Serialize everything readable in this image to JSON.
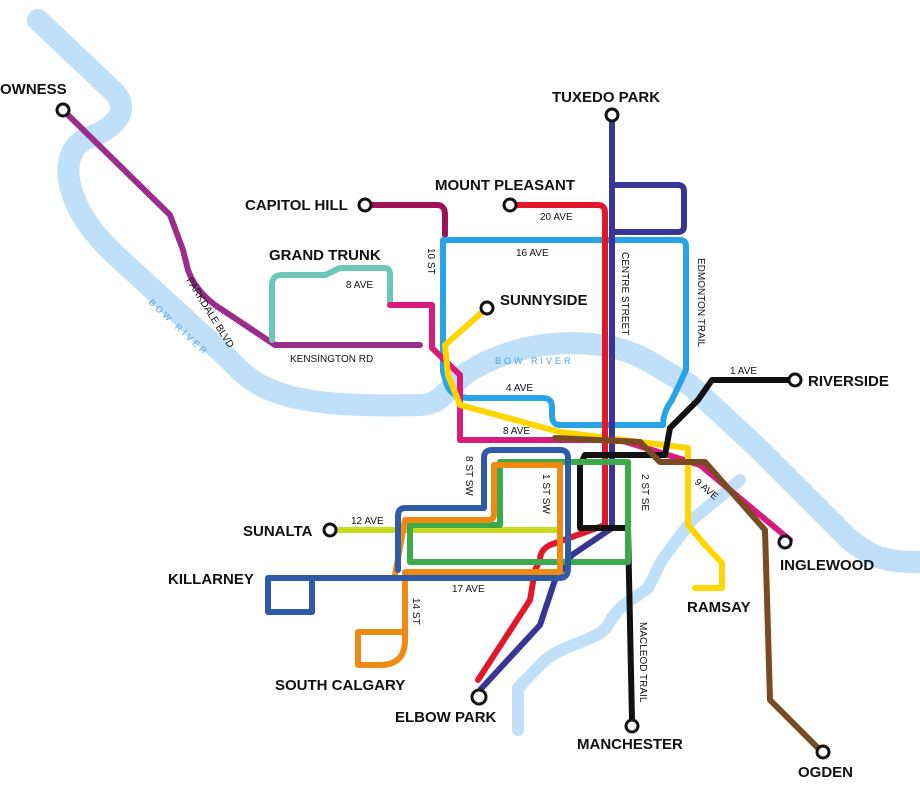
{
  "colors": {
    "river": "#bfe0f8",
    "river_text": "#4aa3e8",
    "purple": "#9b2d8c",
    "maroon": "#9e1158",
    "teal": "#6cc7b8",
    "magenta": "#d81b7d",
    "sky_blue": "#29a3e8",
    "yellow": "#ffd500",
    "red": "#e3172b",
    "navy": "#3a3594",
    "black": "#111111",
    "brown": "#7a4a25",
    "lime": "#c8dc1e",
    "green": "#3aaa4a",
    "orange": "#ef8a12",
    "blue": "#2f5aa8"
  },
  "rivers": [
    {
      "name": "BOW RIVER"
    },
    {
      "name": "BOW RIVER"
    }
  ],
  "stations": [
    {
      "id": "bowness",
      "label": "OWNESS"
    },
    {
      "id": "capitol-hill",
      "label": "CAPITOL HILL"
    },
    {
      "id": "grand-trunk",
      "label": "GRAND TRUNK"
    },
    {
      "id": "mount-pleasant",
      "label": "MOUNT PLEASANT"
    },
    {
      "id": "tuxedo-park",
      "label": "TUXEDO PARK"
    },
    {
      "id": "sunnyside",
      "label": "SUNNYSIDE"
    },
    {
      "id": "riverside",
      "label": "RIVERSIDE"
    },
    {
      "id": "sunalta",
      "label": "SUNALTA"
    },
    {
      "id": "killarney",
      "label": "KILLARNEY"
    },
    {
      "id": "inglewood",
      "label": "INGLEWOOD"
    },
    {
      "id": "ramsay",
      "label": "RAMSAY"
    },
    {
      "id": "south-calgary",
      "label": "SOUTH CALGARY"
    },
    {
      "id": "elbow-park",
      "label": "ELBOW PARK"
    },
    {
      "id": "manchester",
      "label": "MANCHESTER"
    },
    {
      "id": "ogden",
      "label": "OGDEN"
    }
  ],
  "streets": [
    {
      "id": "parkdale-blvd",
      "label": "PARKDALE BLVD"
    },
    {
      "id": "kensington-rd",
      "label": "KENSINGTON RD"
    },
    {
      "id": "8-ave-north",
      "label": "8 AVE"
    },
    {
      "id": "10-st",
      "label": "10 ST"
    },
    {
      "id": "20-ave",
      "label": "20 AVE"
    },
    {
      "id": "16-ave",
      "label": "16 AVE"
    },
    {
      "id": "centre-street",
      "label": "CENTRE STREET"
    },
    {
      "id": "edmonton-trail",
      "label": "EDMONTON TRAIL"
    },
    {
      "id": "4-ave",
      "label": "4 AVE"
    },
    {
      "id": "8-ave",
      "label": "8 AVE"
    },
    {
      "id": "1-ave",
      "label": "1 AVE"
    },
    {
      "id": "8-st-sw",
      "label": "8 ST SW"
    },
    {
      "id": "1-st-sw",
      "label": "1 ST SW"
    },
    {
      "id": "2-st-se",
      "label": "2 ST SE"
    },
    {
      "id": "9-ave",
      "label": "9 AVE"
    },
    {
      "id": "12-ave",
      "label": "12 AVE"
    },
    {
      "id": "17-ave",
      "label": "17 AVE"
    },
    {
      "id": "14-st",
      "label": "14 ST"
    },
    {
      "id": "macleod-trail",
      "label": "MACLEOD TRAIL"
    }
  ]
}
